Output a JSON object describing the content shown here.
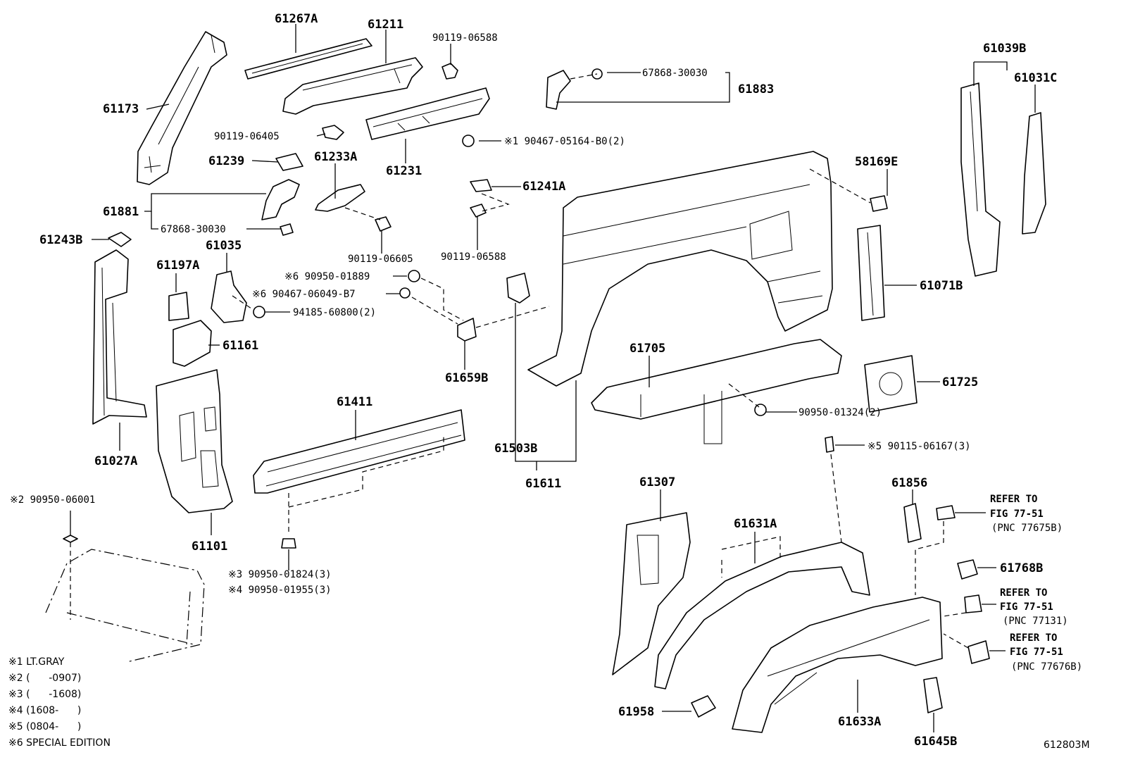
{
  "labels": {
    "p61267A": "61267A",
    "p61211": "61211",
    "p90119_06588a": "90119-06588",
    "p61173": "61173",
    "p90119_06405": "90119-06405",
    "p61239": "61239",
    "p61233A": "61233A",
    "p61231": "61231",
    "p90467_05164": "※1 90467-05164-B0(2)",
    "p67868_30030a": "67868-30030",
    "p61883": "61883",
    "p61039B": "61039B",
    "p61031C": "61031C",
    "p61881": "61881",
    "p67868_30030b": "67868-30030",
    "p61241A": "61241A",
    "p58169E": "58169E",
    "p61243B": "61243B",
    "p61035": "61035",
    "p90119_06605": "90119-06605",
    "p90119_06588b": "90119-06588",
    "p61197A": "61197A",
    "p90950_01889": "※6 90950-01889",
    "p90467_06049": "※6 90467-06049-B7",
    "p94185_60800": "94185-60800(2)",
    "p61071B": "61071B",
    "p61161": "61161",
    "p61705": "61705",
    "p61725": "61725",
    "p61659B": "61659B",
    "p90950_01324": "90950-01324(2)",
    "p61027A": "61027A",
    "p61411": "61411",
    "p61503B": "61503B",
    "p90115_06167": "※5 90115-06167(3)",
    "p61611": "61611",
    "p61307": "61307",
    "p61856": "61856",
    "p90950_06001": "※2 90950-06001",
    "p61631A": "61631A",
    "p61101": "61101",
    "p61768B": "61768B",
    "p90950_01824": "※3 90950-01824(3)",
    "p90950_01955": "※4 90950-01955(3)",
    "p61958": "61958",
    "p61633A": "61633A",
    "p61645B": "61645B"
  },
  "refs": [
    {
      "title": "REFER TO",
      "fig": "FIG 77-51",
      "pnc": "(PNC 77675B)"
    },
    {
      "title": "REFER TO",
      "fig": "FIG 77-51",
      "pnc": "(PNC 77131)"
    },
    {
      "title": "REFER TO",
      "fig": "FIG 77-51",
      "pnc": "(PNC 77676B)"
    }
  ],
  "notes": [
    "※1 LT.GRAY",
    "※2 (      -0907)",
    "※3 (      -1608)",
    "※4 (1608-      )",
    "※5 (0804-      )",
    "※6 SPECIAL EDITION"
  ],
  "figure_id": "612803M"
}
